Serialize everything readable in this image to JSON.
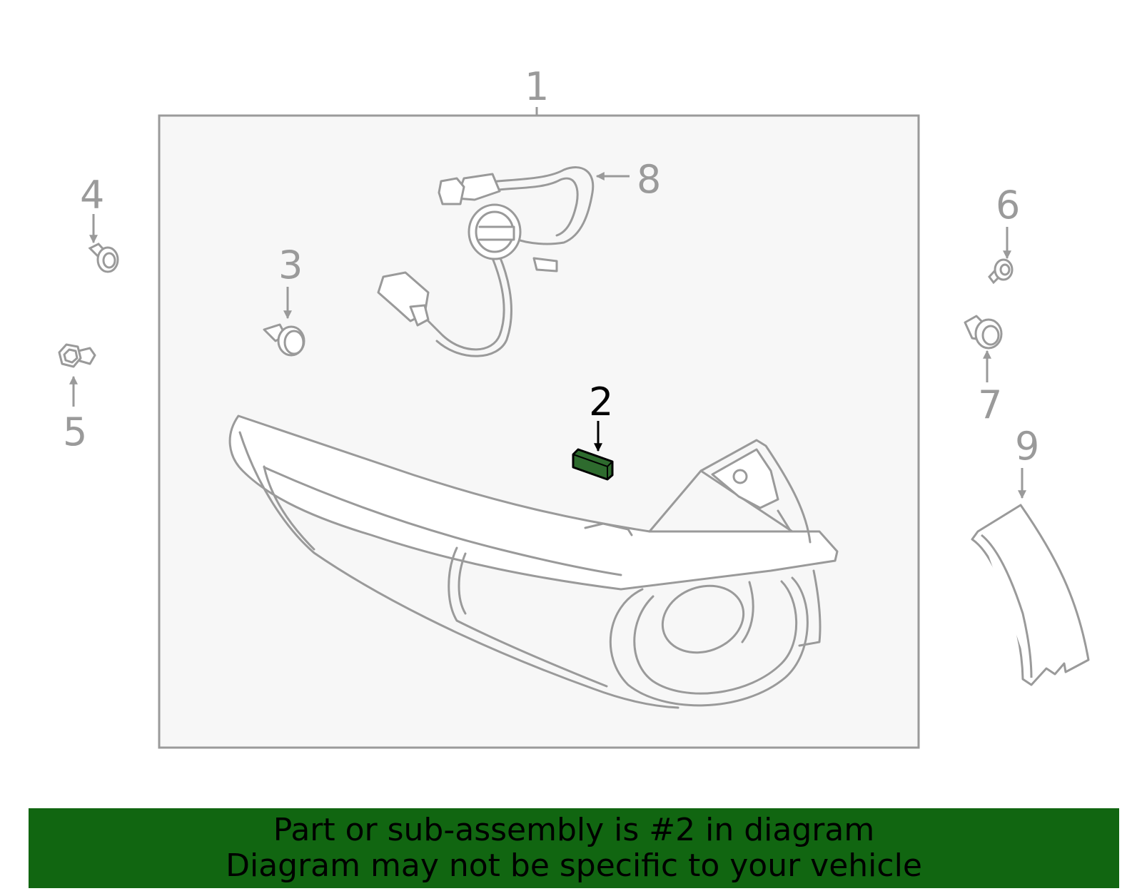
{
  "diagram": {
    "callouts": [
      "1",
      "2",
      "3",
      "4",
      "5",
      "6",
      "7",
      "8",
      "9"
    ],
    "highlighted_part": "2",
    "highlight_color": "#2e6b2e",
    "line_color": "#9a9a9a",
    "box_fill": "#f7f7f7"
  },
  "banner": {
    "line1": "Part or sub-assembly is #2 in diagram",
    "line2": "Diagram may not be specific to your vehicle",
    "background": "#116611"
  }
}
